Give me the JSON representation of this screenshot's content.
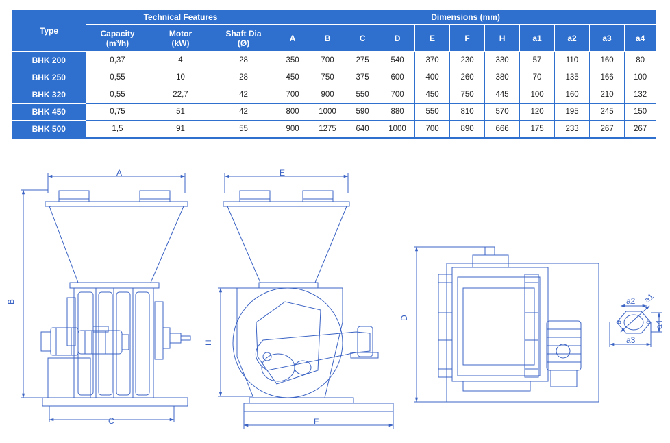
{
  "header": {
    "type": "Type",
    "technical_features": "Technical Features",
    "dimensions": "Dimensions (mm)",
    "capacity_line1": "Capacity",
    "capacity_line2": "(m³/h)",
    "motor_line1": "Motor",
    "motor_line2": "(kW)",
    "shaft_line1": "Shaft Dia",
    "shaft_line2": "(Ø)",
    "dim_cols": [
      "A",
      "B",
      "C",
      "D",
      "E",
      "F",
      "H",
      "a1",
      "a2",
      "a3",
      "a4"
    ]
  },
  "rows": [
    {
      "type": "BHK 200",
      "cells": [
        "0,37",
        "4",
        "28",
        "350",
        "700",
        "275",
        "540",
        "370",
        "230",
        "330",
        "57",
        "110",
        "160",
        "80"
      ]
    },
    {
      "type": "BHK 250",
      "cells": [
        "0,55",
        "10",
        "28",
        "450",
        "750",
        "375",
        "600",
        "400",
        "260",
        "380",
        "70",
        "135",
        "166",
        "100"
      ]
    },
    {
      "type": "BHK 320",
      "cells": [
        "0,55",
        "22,7",
        "42",
        "700",
        "900",
        "550",
        "700",
        "450",
        "750",
        "445",
        "100",
        "160",
        "210",
        "132"
      ]
    },
    {
      "type": "BHK 450",
      "cells": [
        "0,75",
        "51",
        "42",
        "800",
        "1000",
        "590",
        "880",
        "550",
        "810",
        "570",
        "120",
        "195",
        "245",
        "150"
      ]
    },
    {
      "type": "BHK 500",
      "cells": [
        "1,5",
        "91",
        "55",
        "900",
        "1275",
        "640",
        "1000",
        "700",
        "890",
        "666",
        "175",
        "233",
        "267",
        "267"
      ]
    }
  ],
  "drawing_labels": {
    "A": "A",
    "B": "B",
    "C": "C",
    "D": "D",
    "E": "E",
    "F": "F",
    "H": "H",
    "a1": "a1",
    "a2": "a2",
    "a3": "a3",
    "a4": "a4"
  },
  "colors": {
    "header_blue": "#2f6fce",
    "line_blue": "#3b63c4"
  }
}
